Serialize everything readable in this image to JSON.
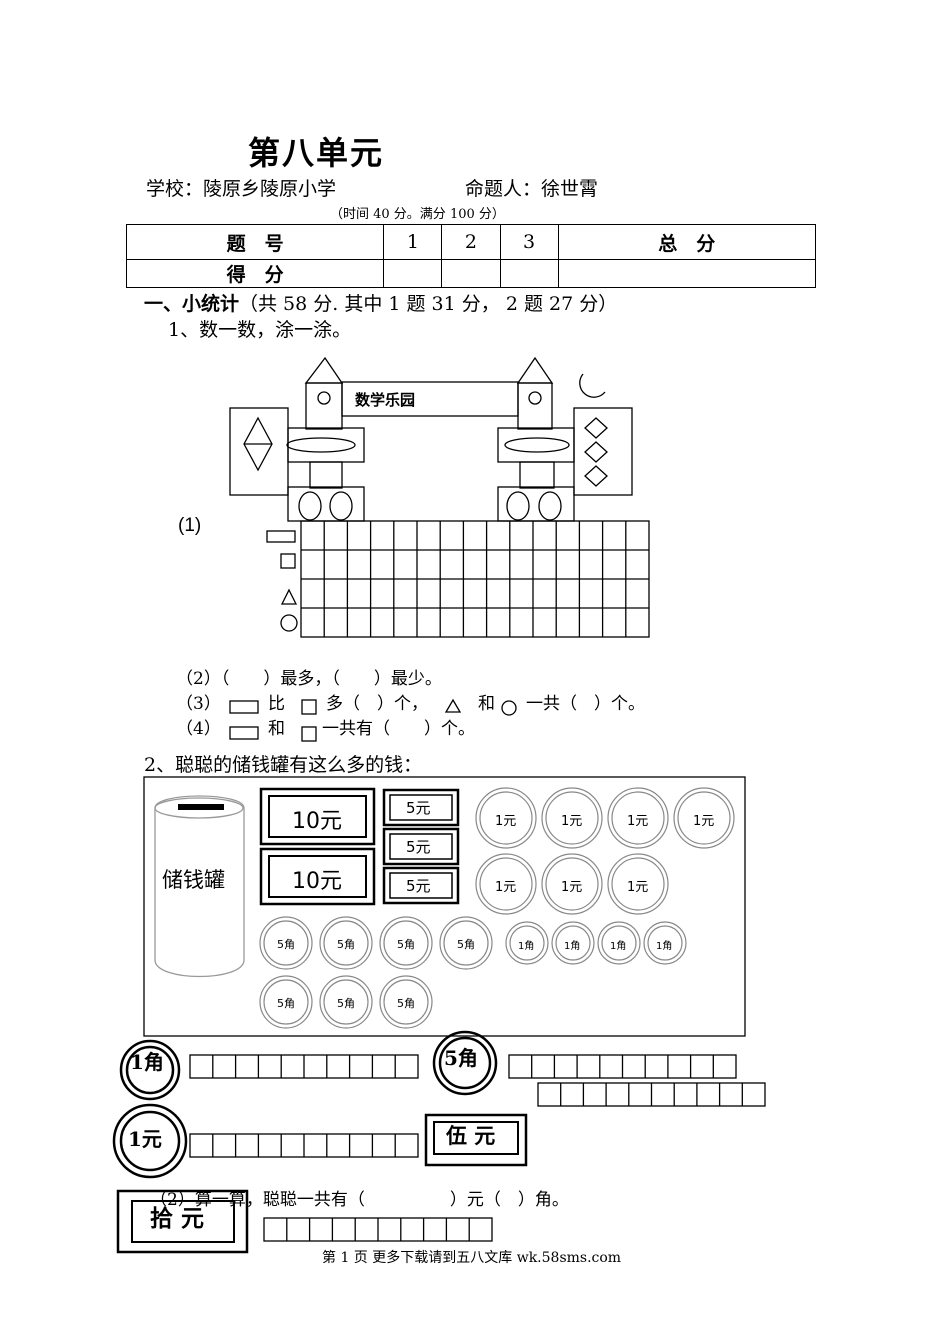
{
  "header": {
    "title": "第八单元",
    "school": "学校：陵原乡陵原小学",
    "author": "命题人：徐世霄",
    "time_info": "（时间 40 分。满分 100 分）"
  },
  "score_table": {
    "row1": [
      "题　号",
      "1",
      "2",
      "3",
      "总　分"
    ],
    "row2_label": "得　分"
  },
  "section1": {
    "heading": "一、小统计",
    "note": "（共 58 分. 其中 1 题 31 分，  2 题 27 分）",
    "q1_title": "1、数一数，涂一涂。",
    "castle_sign": "数学乐园",
    "part1_label": "(1)",
    "part2": "（2）（　　）最多，（　　）最少。",
    "part3_a": "（3）",
    "part3_b": "比",
    "part3_c": "多（　）个，",
    "part3_d": "和",
    "part3_e": "一共（　）个。",
    "part4_a": "（4）",
    "part4_b": "和",
    "part4_c": "一共有（　　）个。"
  },
  "question2": {
    "title": "2、聪聪的储钱罐有这么多的钱：",
    "jar_label": "储钱罐",
    "note10": "10元",
    "note5": "5元",
    "coin1yuan": "1元",
    "coin5jiao": "5角",
    "coin1jiao": "1角",
    "label_1jiao": "1角",
    "label_5jiao": "5角",
    "label_1yuan": "1元",
    "label_5yuan": "伍 元",
    "label_10yuan": "拾 元",
    "calc": "（2）算一算，聪聪一共有（　　　　　）元（　）角。"
  },
  "footer": "第 1 页 更多下载请到五八文库 wk.58sms.com"
}
